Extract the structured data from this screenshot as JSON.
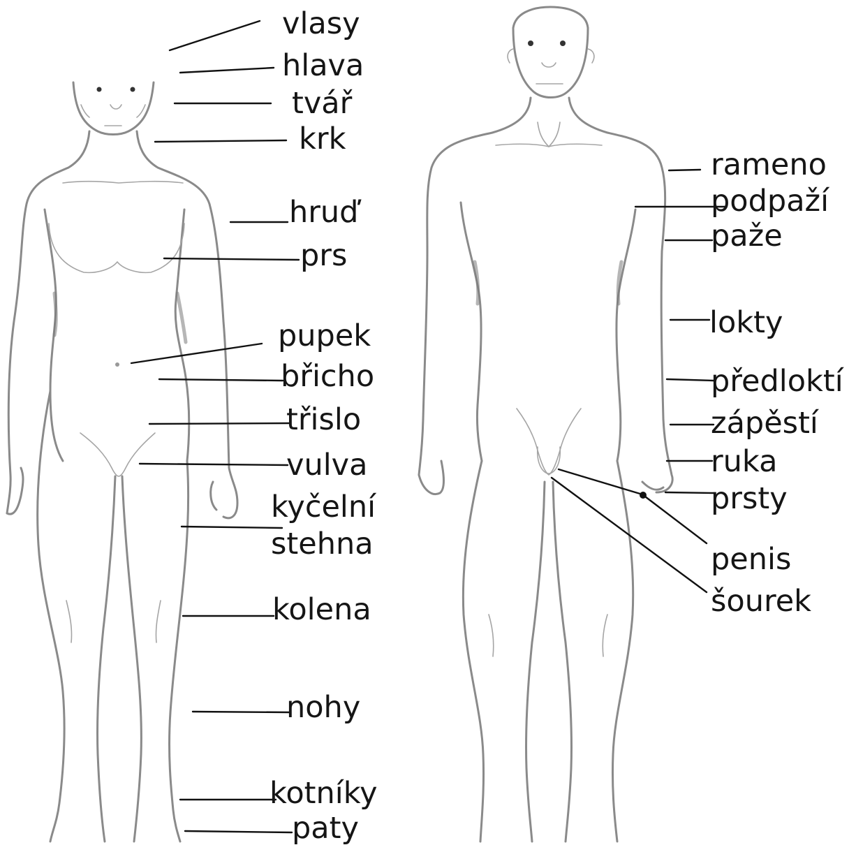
{
  "diagram": {
    "female_labels": [
      {
        "id": "hair",
        "text": "vlasy"
      },
      {
        "id": "head",
        "text": "hlava"
      },
      {
        "id": "face",
        "text": "tvář"
      },
      {
        "id": "neck",
        "text": "krk"
      },
      {
        "id": "chest",
        "text": "hruď"
      },
      {
        "id": "breast",
        "text": "prs"
      },
      {
        "id": "navel",
        "text": "pupek"
      },
      {
        "id": "belly",
        "text": "břicho"
      },
      {
        "id": "groin",
        "text": "třislo"
      },
      {
        "id": "vulva",
        "text": "vulva"
      },
      {
        "id": "hip",
        "text": "kyčelní"
      },
      {
        "id": "thighs",
        "text": "stehna"
      },
      {
        "id": "knees",
        "text": "kolena"
      },
      {
        "id": "legs",
        "text": "nohy"
      },
      {
        "id": "ankles",
        "text": "kotníky"
      },
      {
        "id": "heels",
        "text": "paty"
      }
    ],
    "male_labels": [
      {
        "id": "shoulder",
        "text": "rameno"
      },
      {
        "id": "armpit",
        "text": "podpaží"
      },
      {
        "id": "arm",
        "text": "paže"
      },
      {
        "id": "elbows",
        "text": "lokty"
      },
      {
        "id": "forearm",
        "text": "předloktí"
      },
      {
        "id": "wrist",
        "text": "zápěstí"
      },
      {
        "id": "hand",
        "text": "ruka"
      },
      {
        "id": "fingers",
        "text": "prsty"
      },
      {
        "id": "penis",
        "text": "penis"
      },
      {
        "id": "scrotum",
        "text": "šourek"
      }
    ]
  }
}
